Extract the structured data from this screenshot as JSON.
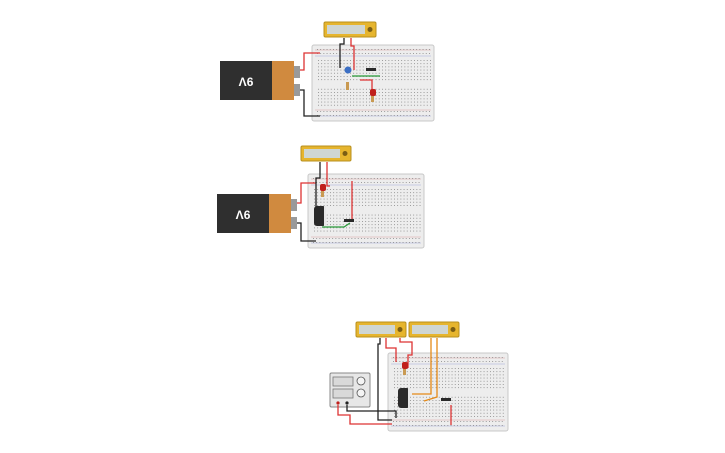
{
  "circuits": [
    {
      "id": "circuit-1",
      "battery_label": "9V",
      "multimeters": [
        {
          "display": ""
        }
      ],
      "components": [
        "breadboard",
        "battery-9v",
        "multimeter",
        "transistor",
        "resistor",
        "led",
        "wires"
      ]
    },
    {
      "id": "circuit-2",
      "battery_label": "9V",
      "multimeters": [
        {
          "display": ""
        }
      ],
      "components": [
        "breadboard",
        "battery-9v",
        "multimeter",
        "capacitor",
        "resistor",
        "led",
        "wires"
      ]
    },
    {
      "id": "circuit-3",
      "multimeters": [
        {
          "display": ""
        },
        {
          "display": ""
        }
      ],
      "components": [
        "breadboard",
        "power-supply",
        "multimeter",
        "multimeter",
        "capacitor",
        "resistor",
        "led",
        "wires"
      ]
    }
  ],
  "colors": {
    "battery_body": "#2f2f2f",
    "battery_top": "#d08a3f",
    "terminal": "#9a9a9a",
    "breadboard": "#ededed",
    "hole": "#8a8a8a",
    "multimeter_body": "#e6b52e",
    "multimeter_screen": "#cfd6d3",
    "wire_red": "#d33",
    "wire_black": "#222",
    "wire_green": "#2a9a3a",
    "wire_orange": "#e58a18",
    "led_red": "#c0201c",
    "transistor": "#3b6fc4",
    "capacitor": "#2a2a2a",
    "supply_body": "#e7e7e7"
  }
}
